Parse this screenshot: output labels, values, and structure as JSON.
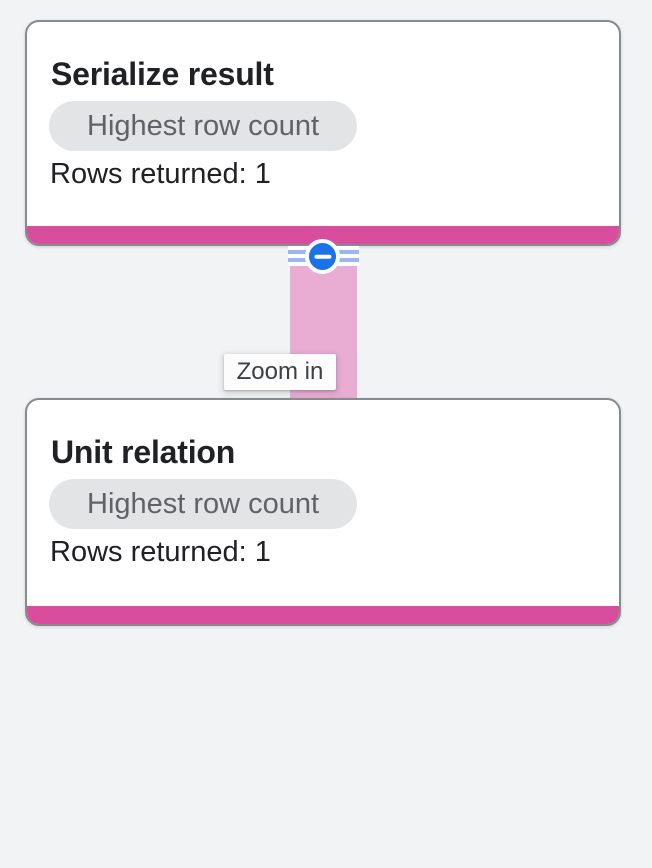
{
  "theme": {
    "colors": {
      "canvas-bg": "#f1f3f4",
      "card-bg": "#ffffff",
      "card-border": "#868b90",
      "accent-bar": "#d84d9d",
      "edge-pink": "#e9add4",
      "stripe-blue": "#9ab7f3",
      "collapse-blue": "#1a73e8",
      "badge-bg": "#e3e4e6",
      "badge-text": "#5f6368",
      "text-primary": "#202124",
      "tooltip-bg": "#fcfcfc",
      "tooltip-text": "#3c4043"
    }
  },
  "nodes": [
    {
      "title": "Serialize result",
      "badge": "Highest row count",
      "rows": "Rows returned: 1"
    },
    {
      "title": "Unit relation",
      "badge": "Highest row count",
      "rows": "Rows returned: 1"
    }
  ],
  "edge": {
    "collapse_icon": "minus-circle-icon",
    "tooltip": "Zoom in"
  }
}
